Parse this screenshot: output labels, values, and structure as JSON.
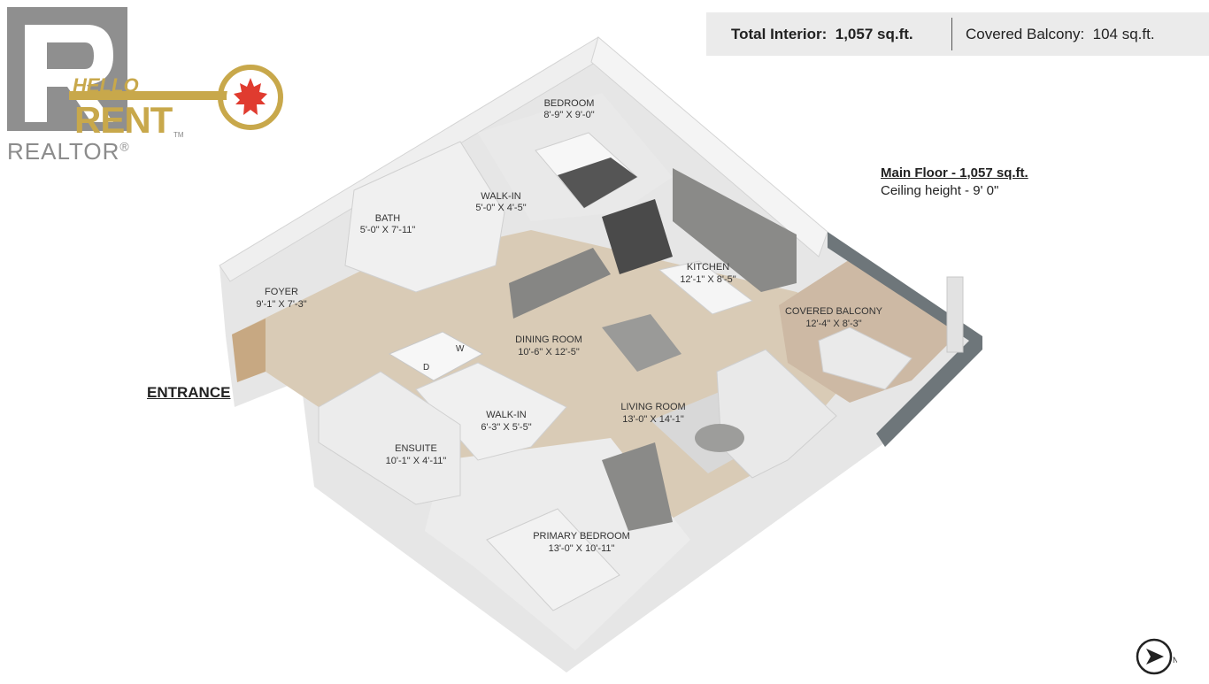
{
  "header": {
    "total_label": "Total Interior:",
    "total_value": "1,057 sq.ft.",
    "balcony_label": "Covered Balcony:",
    "balcony_value": "104 sq.ft."
  },
  "floor": {
    "title": "Main Floor - 1,057 sq.ft.",
    "ceiling": "Ceiling height - 9' 0\""
  },
  "entrance": "ENTRANCE",
  "logo": {
    "brand_top": "HELLO",
    "brand_bottom": "RENT",
    "tm": "TM",
    "realtor": "REALTOR",
    "registered": "®"
  },
  "rooms": {
    "bedroom": {
      "name": "BEDROOM",
      "dims": "8'-9\" X 9'-0\""
    },
    "walkin1": {
      "name": "WALK-IN",
      "dims": "5'-0\" X 4'-5\""
    },
    "bath": {
      "name": "BATH",
      "dims": "5'-0\" X 7'-11\""
    },
    "foyer": {
      "name": "FOYER",
      "dims": "9'-1\" X 7'-3\""
    },
    "kitchen": {
      "name": "KITCHEN",
      "dims": "12'-1\" X 8'-5\""
    },
    "dining": {
      "name": "DINING ROOM",
      "dims": "10'-6\" X 12'-5\""
    },
    "balcony": {
      "name": "COVERED BALCONY",
      "dims": "12'-4\" X 8'-3\""
    },
    "walkin2": {
      "name": "WALK-IN",
      "dims": "6'-3\" X 5'-5\""
    },
    "living": {
      "name": "LIVING ROOM",
      "dims": "13'-0\" X 14'-1\""
    },
    "ensuite": {
      "name": "ENSUITE",
      "dims": "10'-1\" X 4'-11\""
    },
    "primary": {
      "name": "PRIMARY BEDROOM",
      "dims": "13'-0\" X 10'-11\""
    }
  },
  "appliances": {
    "dryer": "D",
    "washer": "W"
  },
  "compass": {
    "north": "N"
  },
  "colors": {
    "floor": "#d2c2ad",
    "wall": "#f2f2f2",
    "wall_edge": "#d9d9d9",
    "cabinet": "#7d7d7b",
    "accent_gold": "#c8a84b",
    "maple_red": "#e03b2f"
  }
}
